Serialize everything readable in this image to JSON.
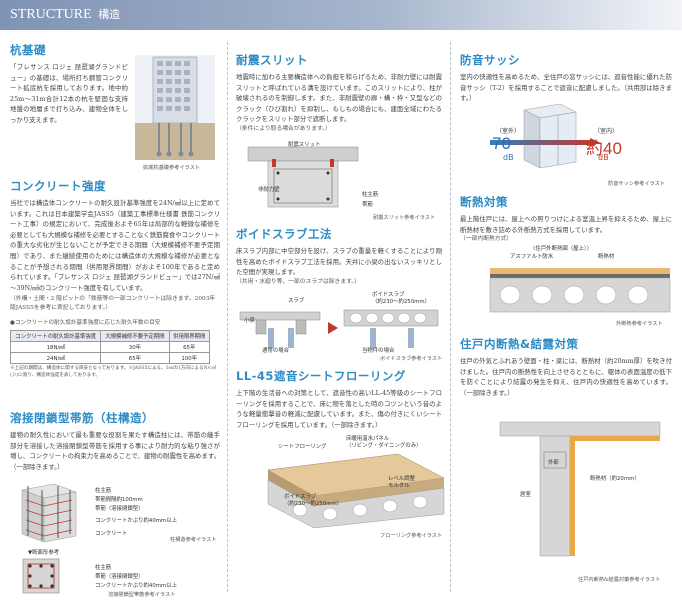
{
  "header": {
    "title": "STRUCTURE",
    "subtitle": "構造"
  },
  "c1": {
    "pile": {
      "heading": "杭基礎",
      "text": "「プレサンス ロジェ 琵琶湖グランドビュー」の基礎は、場所打ち鋼管コンクリート拡底杭を採用しております。地中約25m～31m合計12本の杭を堅固な支持地盤の地層まで打ち込み、建物全体をしっかり支えます。",
      "caption": "拡底杭基礎参考イラスト"
    },
    "concrete": {
      "heading": "コンクリート強度",
      "text": "当社では構造体コンクリートの耐久設計基準強度を24N/㎟以上に定めています。これは日本建築学会JASS5（建築工事標準仕様書 鉄筋コンクリート工事）の規定において、完成後およそ65年は局部的な軽微な補修を必要としても大規模な補修を必要とすることなく鉄筋腐食やコンクリートの重大な劣化が生じないことが予定できる期間（大規模補修不要予定期間）であり、また継続使用のためには構造体の大規模な補修が必要となることが予想される期間（供用限界期間）がおよそ100年であると定められています。「プレサンス ロジェ 琵琶湖グランドビュー」では27N/㎟～39N/㎟のコンクリート強度を有しています。",
      "note1": "（外構・土間・2 階ピットの「鉄筋等の一部コンクリートは除きます。2003年版JASS5を参考に表記しております。）",
      "table_title": "●コンクリートの耐久設計基準強度に応じた耐久年数の目安",
      "table_headers": [
        "コンクリートの耐久設計基準強度",
        "大規模補修不要予定期間",
        "供用限界期間"
      ],
      "table_rows": [
        [
          "18N/㎟",
          "30年",
          "65年"
        ],
        [
          "24N/㎟",
          "65年",
          "100年"
        ]
      ],
      "note2": "※上記の期間は、構造体に関する目安となっております。※JASS5による。1ssの1方向によるN/c㎡(ジ)に限り、構造体強度を表しております。"
    },
    "welded": {
      "heading": "溶接閉鎖型帯筋（柱構造）",
      "text": "建物の耐久性において最も重要な役割を果たす構造柱には、帯筋の継手部分を溶接した溶接閉鎖型帯筋を採用する事により耐力的な粘り強さが増し、コンクリートの拘束力を高めることで、建物の耐震性を高めます。（一部除きます。）",
      "labels": [
        "柱主筋",
        "帯筋間隔約100mm",
        "帯筋（溶接閉鎖型）",
        "コンクリートかぶり約40mm以上",
        "コンクリート"
      ],
      "caption": "柱構造参考イラスト",
      "section_title": "▼断面形参考",
      "section_labels": [
        "柱主筋",
        "帯筋（溶接閉鎖型）",
        "コンクリートかぶり約40mm以上"
      ],
      "section_caption": "溶接閉鎖型帯筋参考イラスト"
    }
  },
  "c2": {
    "slit": {
      "heading": "耐震スリット",
      "text": "地震時に加わる主要構造体への負担を和らげるため、非耐力壁には耐震スリットと呼ばれている溝を設けています。このスリットにより、柱が破壊されるのを制御します。また、非耐震壁の廊・構・枠・又型などのクラック（ひび割れ）を抑制し、もしもの場合にも、建面全域にわたるクラックをスリット部分で遮断します。",
      "note": "（条件により取る場合があります。）",
      "labels": [
        "耐震スリット",
        "非耐力壁",
        "柱主筋",
        "帯筋"
      ],
      "caption": "耐震スリット参考イラスト"
    },
    "void": {
      "heading": "ボイドスラブ工法",
      "text": "床スラブ内部に中空部分を設け、スラブの重量を軽くすることにより剛性を高めたボイドスラブ工法を採用。天井に小梁の出ないスッキリとした空間が実現します。",
      "note": "（共用・水廻り等、一部のスラブは除きます。）",
      "labels": [
        "スラブ",
        "ボイドスラブ",
        "（約230～約250mm）",
        "小梁",
        "通常の場合",
        "当物件の場合"
      ],
      "caption": "ボイドスラブ参考イラスト"
    },
    "ll45": {
      "heading": "LL-45遮音シートフローリング",
      "text": "上下階の生活音への対策として、遮音性の高いLL-45等級のシートフローリングを採用することで、床に物を落とした時のコツンという音のような軽量衝撃音の軽減に配慮しています。また、傷の付きにくいシートフローリングを採用しています。（一部除きます。）",
      "labels": [
        "シートフローリング",
        "床暖用温水パネル",
        "（リビング・ダイニングのみ）",
        "レベル調整",
        "モルタル",
        "ボイドスラブ",
        "（約230～約250mm）"
      ],
      "caption": "フローリング参考イラスト"
    }
  },
  "c3": {
    "sash": {
      "heading": "防音サッシ",
      "text": "室内の快適性を高めるため、全住戸の窓サッシには、遮音性能に優れた防音サッシ（T-2）を採用することで遮音に配慮しました。（共用部は除きます。）",
      "outdoor": "（室外）",
      "indoor": "（室内）",
      "db_out": "70",
      "db_in": "約40",
      "unit": "dB",
      "caption": "防音サッシ参考イラスト"
    },
    "insul": {
      "heading": "断熱対策",
      "text": "最上階住戸には、屋上への照りつけによる室温上昇を抑えるため、屋上に断熱材を敷き詰める外断熱方式を採用しています。",
      "note": "（一部内断熱方式）",
      "title": "〈住戸外断熱図（屋上）〉",
      "labels": [
        "アスファルト防水",
        "断熱材"
      ],
      "caption": "外断熱参考イラスト"
    },
    "inner": {
      "heading": "住戸内断熱&結露対策",
      "text": "住戸の外気とふれあう壁面・柱・梁には、断熱材（約20mm厚）を吹き付けました。住戸内の断熱性を向上させるとともに、躯体の表面温度の低下を防ぐことにより結露の発生を抑え、住戸内の快適性を高めています。（一部除きます。）",
      "labels": [
        "居室",
        "外部",
        "断熱材（約20mm）"
      ],
      "caption": "住戸内断熱&結露対策参考イラスト"
    }
  }
}
